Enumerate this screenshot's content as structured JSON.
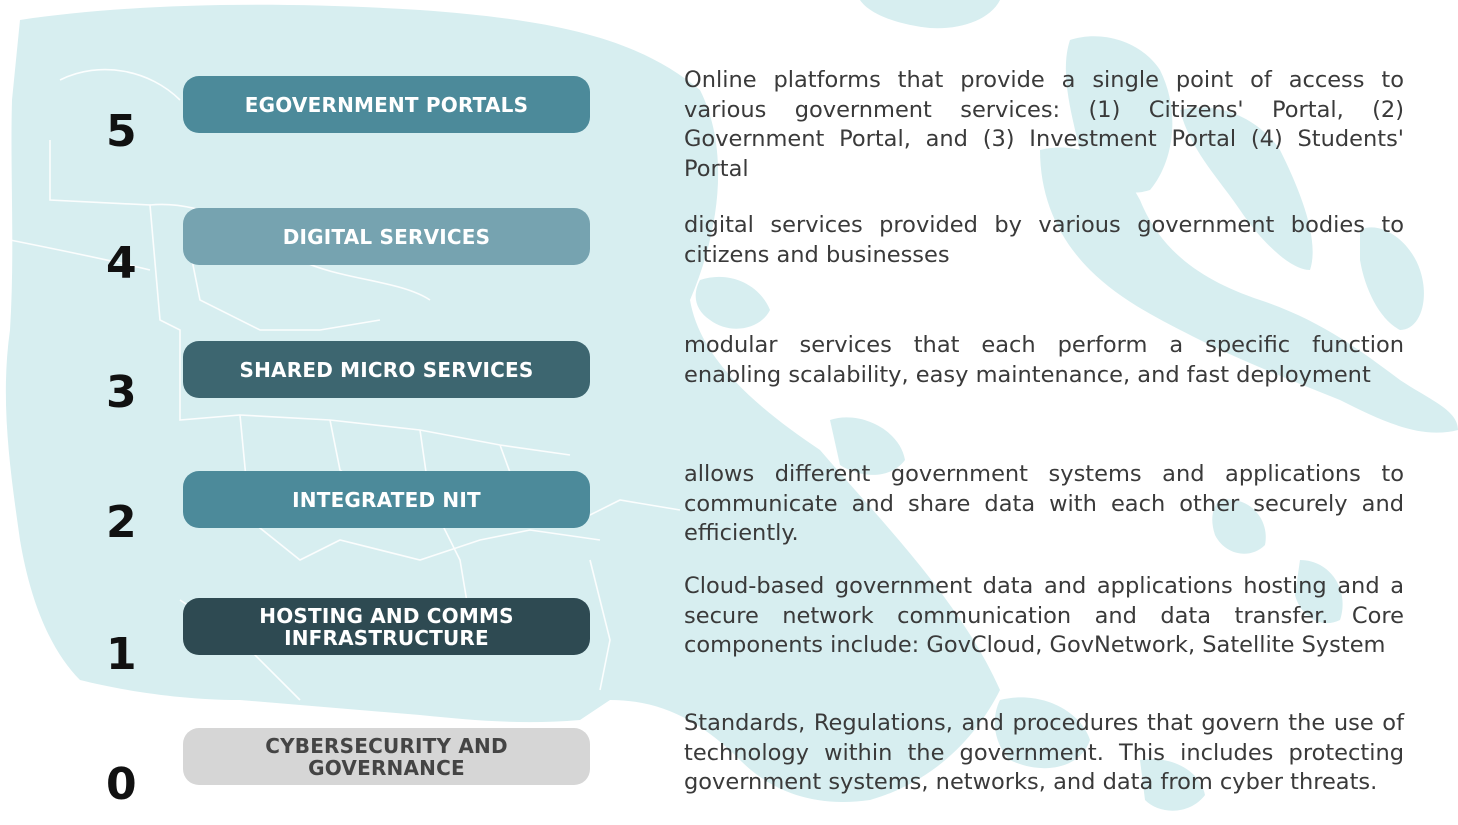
{
  "colors": {
    "map": "#d7eef0",
    "map_lines": "#ffffff",
    "layer_5": "#4c8a9a",
    "layer_4": "#76a3b0",
    "layer_3": "#3d6670",
    "layer_2": "#4c8a9a",
    "layer_1": "#2e4a52",
    "layer_0": "#d6d6d6",
    "layer_0_text": "#444444",
    "number_text": "#111111",
    "description_text": "#3a3a3a"
  },
  "layers": [
    {
      "number": "5",
      "label": "EGOVERNMENT PORTALS",
      "description": "Online platforms that provide a single point of access to various government services: (1) Citizens' Portal, (2) Government Portal, and (3) Investment Portal (4) Students' Portal"
    },
    {
      "number": "4",
      "label": "DIGITAL SERVICES",
      "description": "digital services provided by various government bodies to citizens and businesses"
    },
    {
      "number": "3",
      "label": "SHARED MICRO SERVICES",
      "description": "modular services that each perform a specific function enabling scalability, easy maintenance, and fast deployment"
    },
    {
      "number": "2",
      "label": "INTEGRATED NIT",
      "description": "allows different government systems and applications to communicate and share data with each other securely and efficiently."
    },
    {
      "number": "1",
      "label": "HOSTING AND COMMS\nINFRASTRUCTURE",
      "description": "Cloud-based government data and applications hosting and a secure network communication and data transfer. Core components include: GovCloud, GovNetwork, Satellite System"
    },
    {
      "number": "0",
      "label": "CYBERSECURITY AND\nGOVERNANCE",
      "description": "Standards, Regulations, and procedures that govern the use of technology within the government. This includes protecting government systems, networks, and data from cyber threats."
    }
  ]
}
